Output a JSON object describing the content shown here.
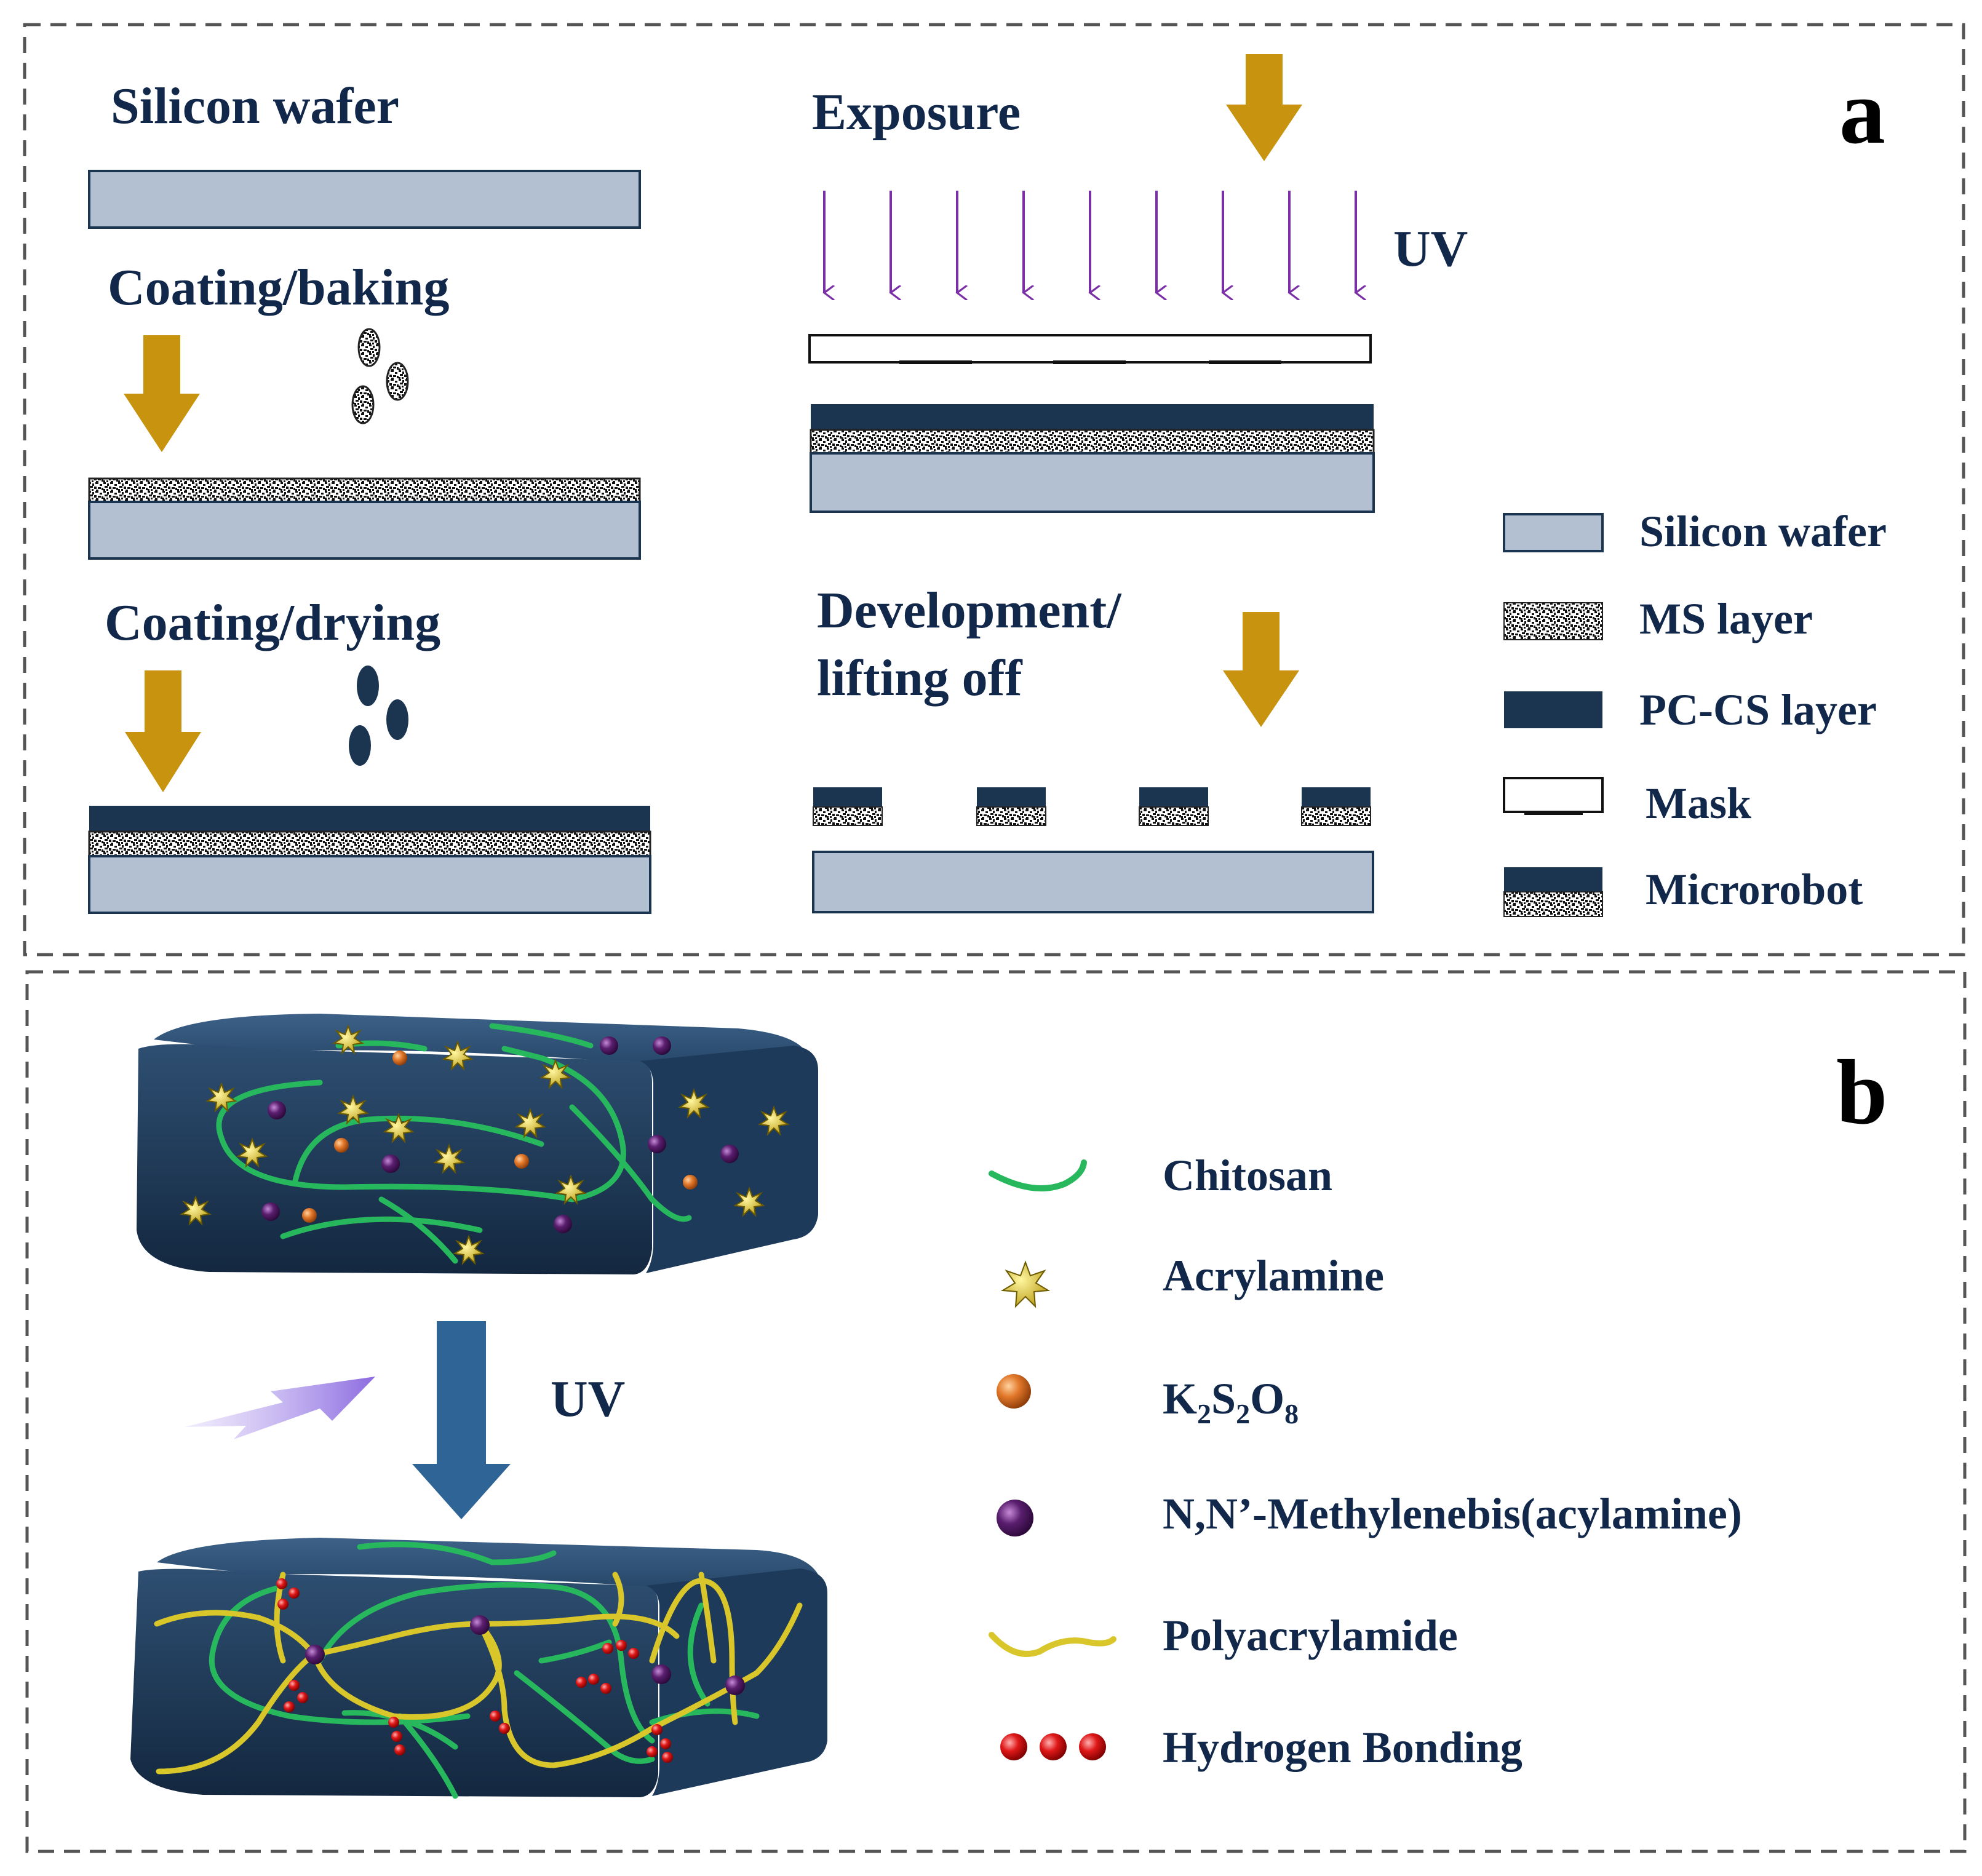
{
  "panel_a": {
    "label": "a",
    "step_silicon_wafer": "Silicon wafer",
    "step_coating_baking": "Coating/baking",
    "step_coating_drying": "Coating/drying",
    "step_exposure": "Exposure",
    "uv_label": "UV",
    "step_development_line1": "Development/",
    "step_development_line2": "lifting off",
    "legend": {
      "silicon_wafer": "Silicon wafer",
      "ms_layer": "MS layer",
      "pc_cs_layer": "PC-CS layer",
      "mask": "Mask",
      "microrobot": "Microrobot"
    }
  },
  "panel_b": {
    "label": "b",
    "uv_label": "UV",
    "legend": {
      "chitosan": "Chitosan",
      "acrylamine": "Acrylamine",
      "k2s2o8_k": "K",
      "k2s2o8_sub1": "2",
      "k2s2o8_s": "S",
      "k2s2o8_sub2": "2",
      "k2s2o8_o": "O",
      "k2s2o8_sub3": "8",
      "mba": "N,N’-Methylenebis(acylamine)",
      "polyacrylamide": "Polyacrylamide",
      "hydrogen_bonding": "Hydrogen Bonding"
    }
  },
  "colors": {
    "navy_text": "#12284b",
    "silicon": "#b3c0d2",
    "dark_layer": "#1b3550",
    "gold_arrow": "#c8930f",
    "uv_arrow": "#7a2fa6",
    "blue_arrow": "#2f6496",
    "chitosan": "#27b85e",
    "polyacrylamide": "#d8c62a",
    "k2s2o8": "#e2782a",
    "mba": "#5a1e6e",
    "hbond": "#e01818",
    "acrylamine": "#e8d22a"
  }
}
